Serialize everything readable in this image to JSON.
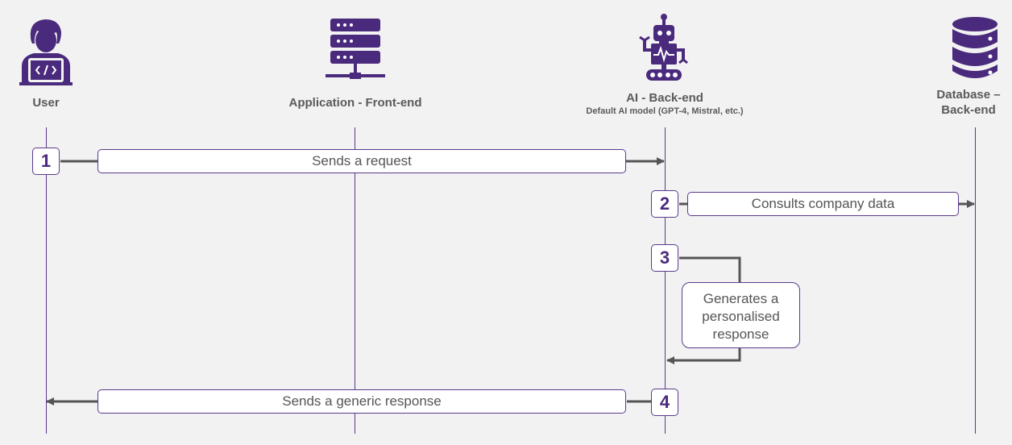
{
  "actors": [
    {
      "label": "User",
      "icon": "developer-user-icon"
    },
    {
      "label": "Application - Front-end",
      "icon": "server-rack-icon"
    },
    {
      "label": "AI - Back-end",
      "sublabel": "Default AI model (GPT-4, Mistral, etc.)",
      "icon": "robot-icon"
    },
    {
      "label_line1": "Database –",
      "label_line2": "Back-end",
      "icon": "database-icon"
    }
  ],
  "steps": [
    {
      "number": "1",
      "message": "Sends a request"
    },
    {
      "number": "2",
      "message": "Consults company data"
    },
    {
      "number": "3",
      "message_line1": "Generates a",
      "message_line2": "personalised",
      "message_line3": "response"
    },
    {
      "number": "4",
      "message": "Sends a generic response"
    }
  ],
  "colors": {
    "accent": "#5b3a8c",
    "icon": "#4a2a7c",
    "arrow": "#555555",
    "background": "#f2f2f2"
  }
}
